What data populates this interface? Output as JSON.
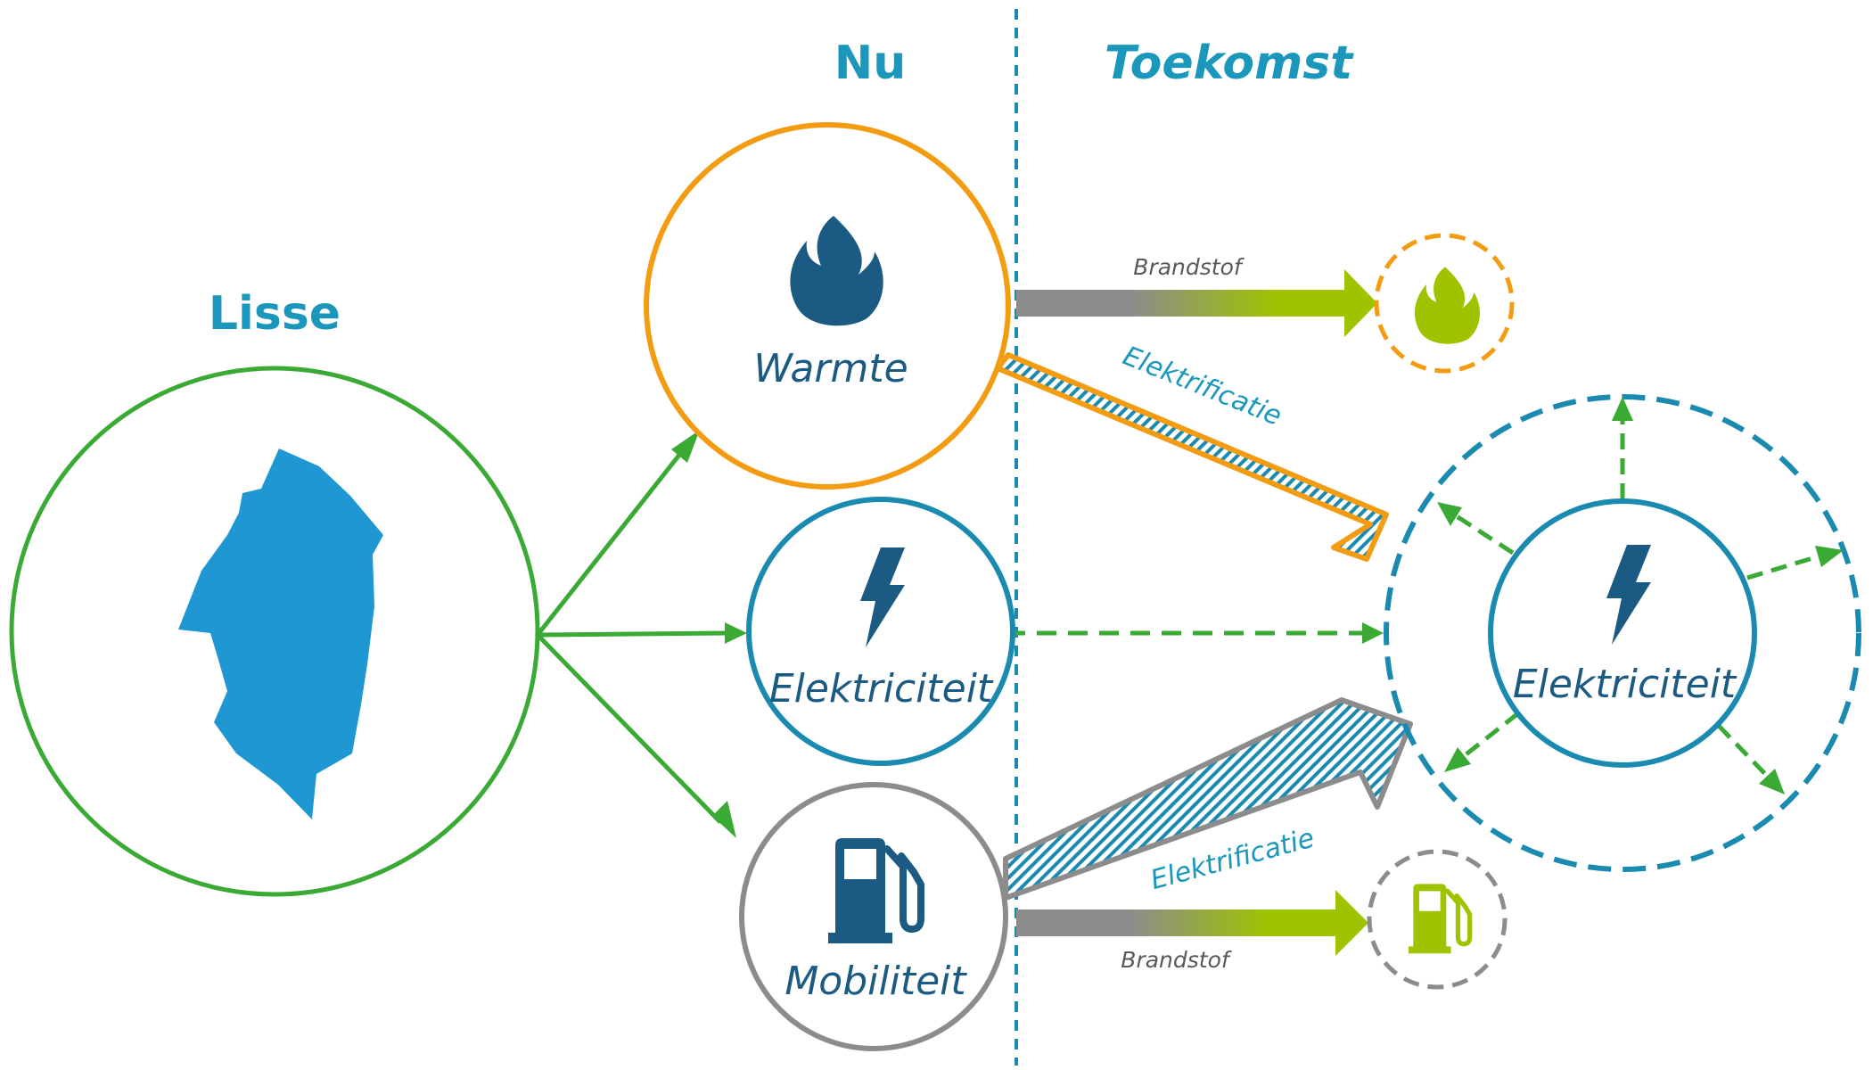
{
  "headers": {
    "left": "Lisse",
    "now": "Nu",
    "future": "Toekomst"
  },
  "nodes": {
    "heat": {
      "label": "Warmte",
      "icon": "flame-icon"
    },
    "electricity": {
      "label": "Elektriciteit",
      "icon": "lightning-icon"
    },
    "mobility": {
      "label": "Mobiliteit",
      "icon": "fuel-pump-icon"
    },
    "future_electricity": {
      "label": "Elektriciteit",
      "icon": "lightning-icon"
    },
    "future_heat_fuel": {
      "icon": "flame-icon"
    },
    "future_mobility_fuel": {
      "icon": "fuel-pump-icon"
    }
  },
  "arrows": {
    "heat_fuel": "Brandstof",
    "heat_electrification": "Elektrificatie",
    "mobility_electrification": "Elektrificatie",
    "mobility_fuel": "Brandstof"
  },
  "colors": {
    "green": "#3aaa35",
    "orange": "#f39c12",
    "blue": "#1a8ab0",
    "grey": "#8c8c8c",
    "dark_blue": "#1b5a82",
    "map_blue": "#1f97d2",
    "lime": "#9ec400"
  }
}
